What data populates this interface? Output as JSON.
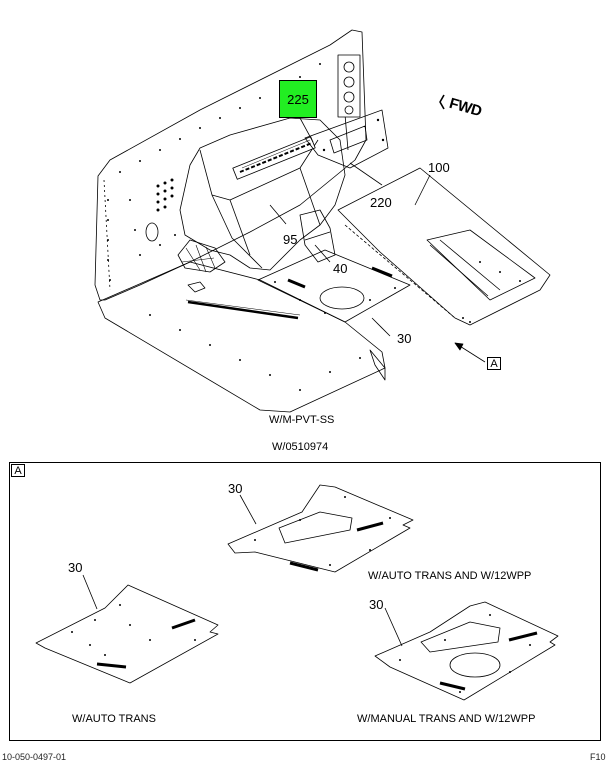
{
  "main_view": {
    "callouts": {
      "c225": "225",
      "c100": "100",
      "c220": "220",
      "c95": "95",
      "c40": "40",
      "c30": "30"
    },
    "highlight_color": "#22ee22",
    "fwd_label": "FWD",
    "view_ref": "A",
    "captions": {
      "model": "W/M-PVT-SS",
      "part": "W/0510974"
    }
  },
  "detail_view": {
    "tag": "A",
    "panels": [
      {
        "callout": "30",
        "caption": "W/AUTO TRANS AND W/12WPP"
      },
      {
        "callout": "30",
        "caption": "W/AUTO TRANS"
      },
      {
        "callout": "30",
        "caption": "W/MANUAL TRANS AND W/12WPP"
      }
    ]
  },
  "footer": {
    "left": "10-050-0497-01",
    "right": "F10"
  }
}
